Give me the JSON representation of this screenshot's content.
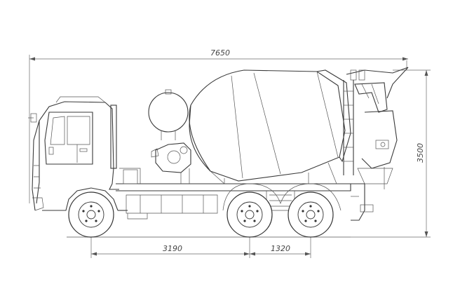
{
  "drawing": {
    "subject": "",
    "dimensions": {
      "overall_length": "7650",
      "overall_height": "3500",
      "wheelbase_front": "3190",
      "wheelbase_rear": "1320"
    }
  }
}
